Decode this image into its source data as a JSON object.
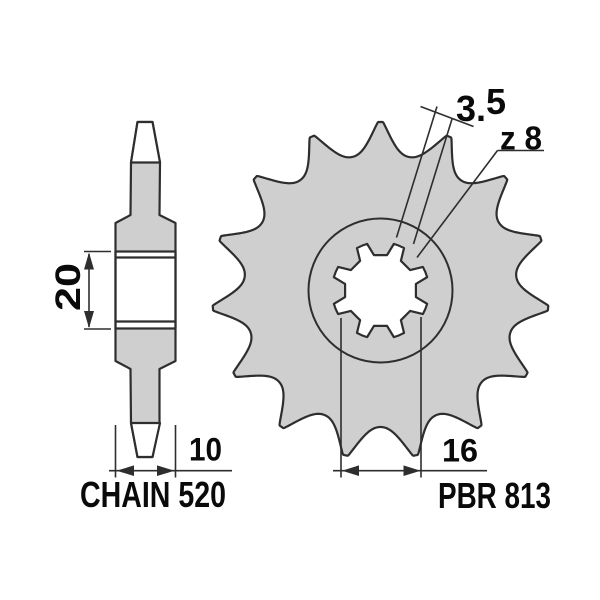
{
  "drawing_title": "PBR 813",
  "side_view": {
    "dim_hub_length": {
      "value": "20"
    },
    "dim_hub_width": {
      "value": "10"
    }
  },
  "front_view": {
    "dim_spline_groove": {
      "value": "3.5",
      "main": "3.",
      "sup": "5"
    },
    "spline_callout": {
      "value": "z 8"
    },
    "dim_bore": {
      "value": "16"
    }
  },
  "footer": {
    "chain_label": "CHAIN 520",
    "model_label": "PBR 813"
  },
  "colors": {
    "part_fill": "#cfcfcf",
    "line": "#2e2e2e",
    "text": "#0a0a0a",
    "background": "#ffffff"
  }
}
